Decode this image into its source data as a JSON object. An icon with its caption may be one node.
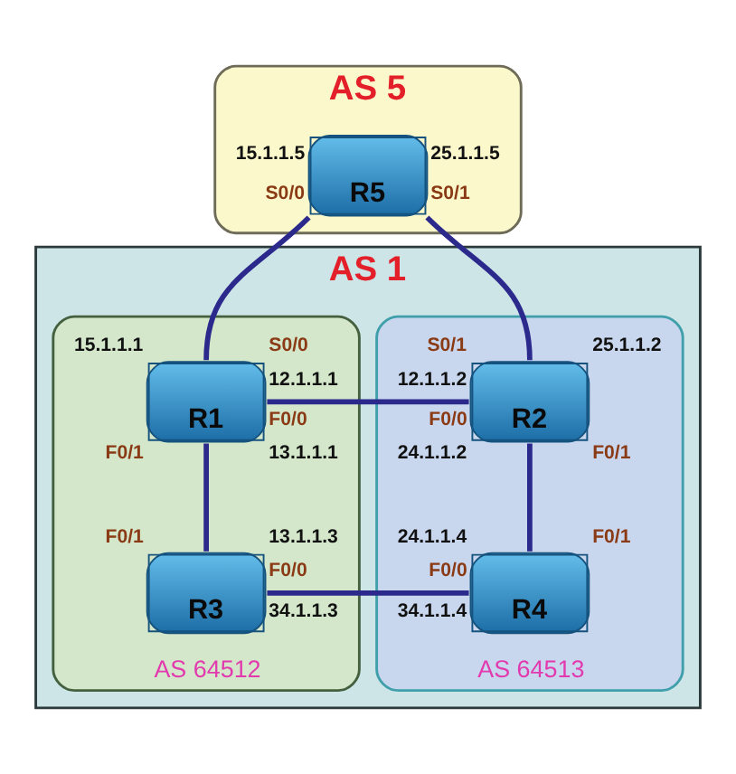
{
  "diagram": {
    "nodes": [
      {
        "text": [
          "AS 5"
        ]
      },
      {
        "text": [
          "R5"
        ],
        "in": 0,
        "beside": [
          "15.1.1.5",
          "25.1.1.5",
          "S0/0",
          "S0/1"
        ]
      },
      {
        "text": [
          "AS 1"
        ]
      },
      {
        "text": [
          "AS 64512"
        ],
        "in": 2
      },
      {
        "text": [
          "R1"
        ],
        "in": 3,
        "beside": [
          "15.1.1.1",
          "S0/0",
          "12.1.1.1",
          "F0/0",
          "F0/1",
          "13.1.1.1"
        ]
      },
      {
        "text": [
          "R3"
        ],
        "in": 3,
        "beside": [
          "F0/1",
          "13.1.1.3",
          "F0/0",
          "34.1.1.3"
        ]
      },
      {
        "text": [
          "AS 64513"
        ],
        "in": 2
      },
      {
        "text": [
          "R2"
        ],
        "in": 6,
        "beside": [
          "S0/1",
          "25.1.1.2",
          "12.1.1.2",
          "F0/0",
          "24.1.1.2",
          "F0/1"
        ]
      },
      {
        "text": [
          "R4"
        ],
        "in": 6,
        "beside": [
          "24.1.1.4",
          "F0/1",
          "F0/0",
          "34.1.1.4"
        ]
      }
    ],
    "edges": [
      {
        "from": 1,
        "to": 4,
        "arrow": "none"
      },
      {
        "from": 1,
        "to": 7,
        "arrow": "none"
      },
      {
        "from": 4,
        "to": 7,
        "arrow": "none"
      },
      {
        "from": 4,
        "to": 5,
        "arrow": "none"
      },
      {
        "from": 7,
        "to": 8,
        "arrow": "none"
      },
      {
        "from": 5,
        "to": 8,
        "arrow": "none"
      }
    ]
  }
}
